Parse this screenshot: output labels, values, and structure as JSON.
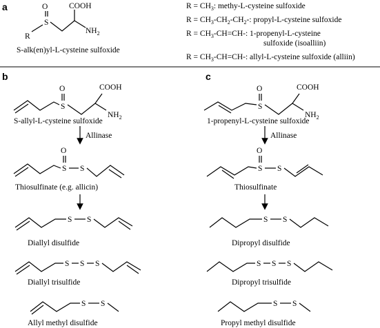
{
  "panels": {
    "a": "a",
    "b": "b",
    "c": "c"
  },
  "atoms": {
    "S": "S",
    "O": "O",
    "COOH": "COOH",
    "N": "NH",
    "N2": "2",
    "R": "R"
  },
  "panel_a": {
    "caption": "S-alk(en)yl-L-cysteine sulfoxide",
    "defs": [
      [
        "R = CH",
        "3",
        ": methy-L-cysteine sulfoxide"
      ],
      [
        "R = CH",
        "3",
        "-CH",
        "2",
        "-CH",
        "2",
        "-: propyl-L-cysteine sulfoxide"
      ],
      [
        "R = CH",
        "3",
        "-CH=CH-: 1-propenyl-L-cysteine"
      ],
      [
        "sulfoxide (isoalliin)"
      ],
      [
        "R = CH",
        "3",
        "-CH=CH-: allyl-L-cysteine sulfoxide (alliin)"
      ]
    ]
  },
  "panel_b": {
    "substrate": "S-allyl-L-cysteine sulfoxide",
    "enzyme": "Allinase",
    "intermediate": "Thiosulfinate (e.g. allicin)",
    "products": [
      "Diallyl disulfide",
      "Diallyl trisulfide",
      "Allyl methyl disulfide"
    ]
  },
  "panel_c": {
    "substrate": "1-propenyl-L-cysteine sulfoxide",
    "enzyme": "Allinase",
    "intermediate": "Thiosulfinate",
    "products": [
      "Dipropyl disulfide",
      "Dipropyl trisulfide",
      "Propyl methyl disulfide"
    ]
  }
}
